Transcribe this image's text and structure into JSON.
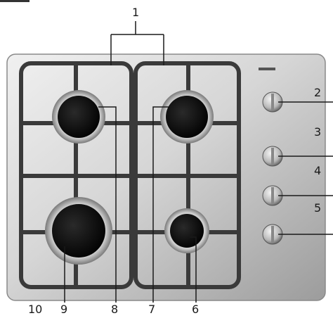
{
  "diagram": {
    "subject": "gas-hob-with-pan-supports-burners-and-control-knobs",
    "callouts": [
      {
        "id": "c1",
        "label": "1"
      },
      {
        "id": "c2",
        "label": "2"
      },
      {
        "id": "c3",
        "label": "3"
      },
      {
        "id": "c4",
        "label": "4"
      },
      {
        "id": "c5",
        "label": "5"
      },
      {
        "id": "c6",
        "label": "6"
      },
      {
        "id": "c7",
        "label": "7"
      },
      {
        "id": "c8",
        "label": "8"
      },
      {
        "id": "c9",
        "label": "9"
      },
      {
        "id": "c10",
        "label": "10"
      }
    ],
    "colors": {
      "hob_light": "#e4e4e4",
      "hob_dark": "#a9a9a9",
      "grate": "#3a3a3a",
      "burner": "#111111",
      "line": "#1a1a1a"
    }
  }
}
